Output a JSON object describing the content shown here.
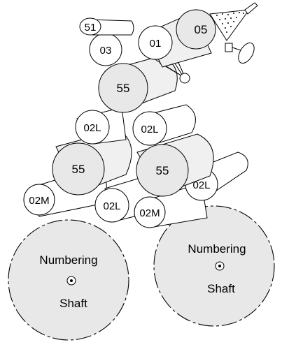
{
  "rollers": {
    "r51": "51",
    "r03": "03",
    "r01": "01",
    "r05": "05",
    "r55_top": "55",
    "r02L_a": "02L",
    "r02L_b": "02L",
    "r55_left": "55",
    "r55_mid": "55",
    "r02L_right": "02L",
    "r02M_left": "02M",
    "r02L_bottom": "02L",
    "r02M_bottom": "02M"
  },
  "shafts": {
    "left": {
      "line1": "Numbering",
      "line2": "Shaft"
    },
    "right": {
      "line1": "Numbering",
      "line2": "Shaft"
    }
  },
  "colors": {
    "roller_fill": "#e8e8e8",
    "outline": "#000000",
    "background": "#ffffff"
  }
}
